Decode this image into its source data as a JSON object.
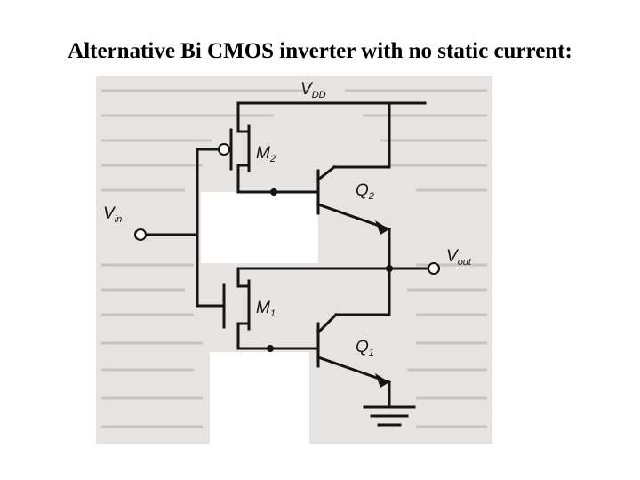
{
  "title": "Alternative Bi CMOS inverter with no static current:",
  "colors": {
    "ink": "#141414",
    "scan_background": "#e6e3e0",
    "page_background": "#ffffff"
  },
  "circuit": {
    "vdd": {
      "main": "V",
      "sub": "DD"
    },
    "vin": {
      "main": "V",
      "sub": "in"
    },
    "vout": {
      "main": "V",
      "sub": "out"
    },
    "m2": {
      "main": "M",
      "sub": "2"
    },
    "m1": {
      "main": "M",
      "sub": "1"
    },
    "q2": {
      "main": "Q",
      "sub": "2"
    },
    "q1": {
      "main": "Q",
      "sub": "1"
    }
  }
}
